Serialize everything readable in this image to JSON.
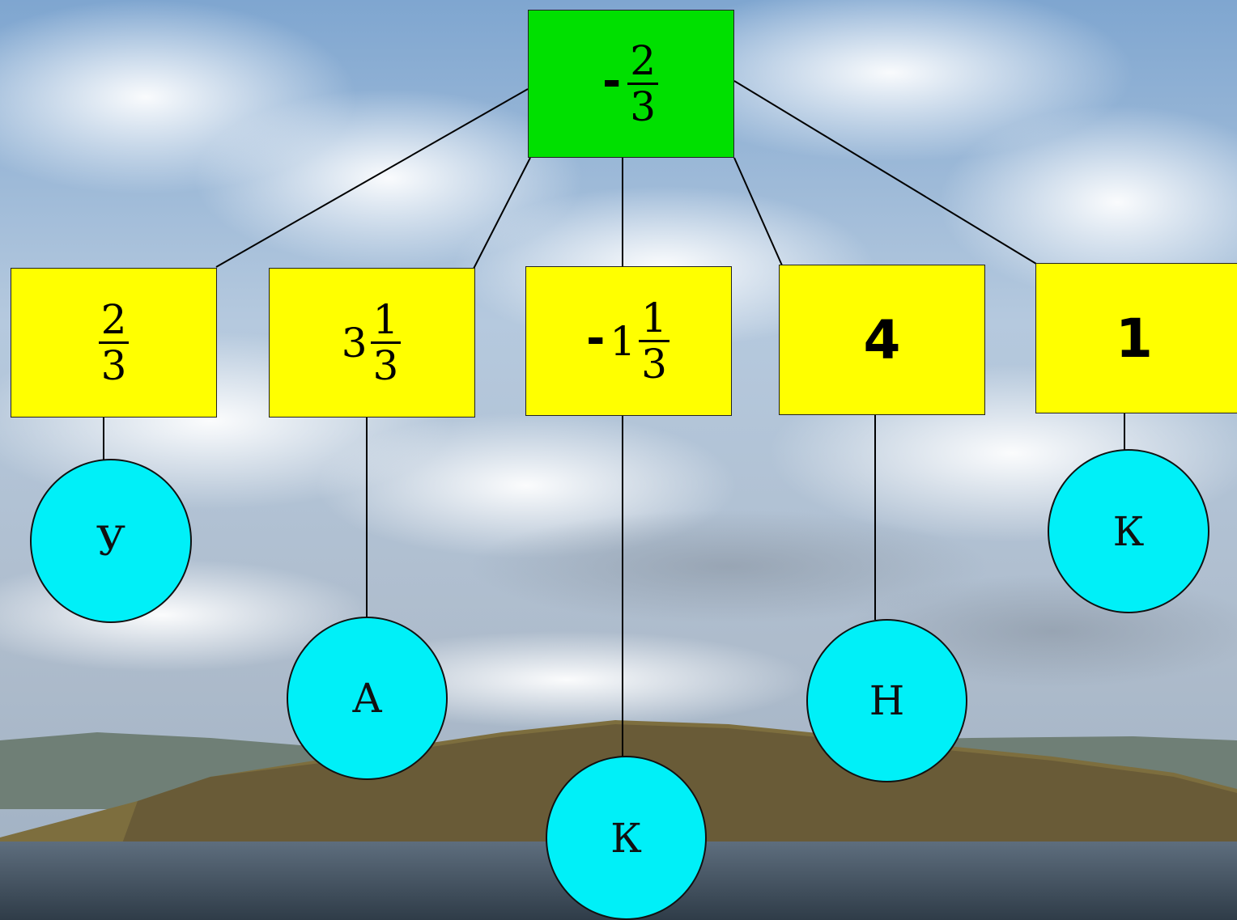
{
  "root": {
    "sign": "-",
    "numerator": "2",
    "denominator": "3"
  },
  "nodes": [
    {
      "whole": "",
      "numerator": "2",
      "denominator": "3",
      "letter": "У"
    },
    {
      "whole": "3",
      "numerator": "1",
      "denominator": "3",
      "letter": "А"
    },
    {
      "sign": "-",
      "whole": "1",
      "numerator": "1",
      "denominator": "3",
      "letter": "К"
    },
    {
      "integer": "4",
      "letter": "Н"
    },
    {
      "integer": "1",
      "letter": "К"
    }
  ],
  "colors": {
    "root_fill": "#00e000",
    "node_fill": "#ffff00",
    "circle_fill": "#00f0f8",
    "line": "#000000"
  },
  "background": "sky-clouds-lake-island-photo"
}
